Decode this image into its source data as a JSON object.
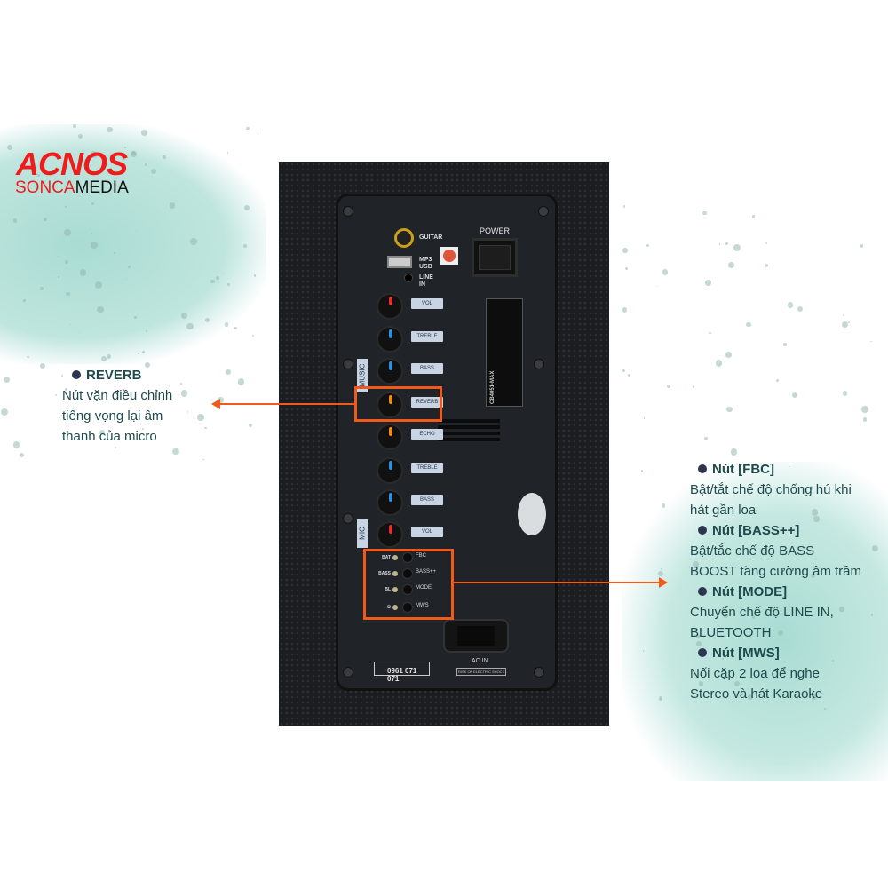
{
  "brand": {
    "logo_top": "ACNOS",
    "logo_bottom_red": "SONCA",
    "logo_bottom_dark": "MEDIA"
  },
  "panel": {
    "power_label": "POWER",
    "guitar_label": "GUITAR",
    "usb_label": "MP3 USB",
    "line_in_label": "LINE IN",
    "music_label": "MUSIC",
    "mic_label": "MIC",
    "knobs": [
      {
        "label": "VOL",
        "color": "#e03030"
      },
      {
        "label": "TREBLE",
        "color": "#2f8fe0"
      },
      {
        "label": "BASS",
        "color": "#2f8fe0"
      },
      {
        "label": "REVERB",
        "color": "#f08a1a"
      },
      {
        "label": "ECHO",
        "color": "#f08a1a"
      },
      {
        "label": "TREBLE",
        "color": "#2f8fe0"
      },
      {
        "label": "BASS",
        "color": "#2f8fe0"
      },
      {
        "label": "VOL",
        "color": "#e03030"
      }
    ],
    "buttons": [
      {
        "led": "BAT",
        "label": "FBC"
      },
      {
        "led": "BASS",
        "label": "BASS++"
      },
      {
        "led": "BL",
        "label": "MODE"
      },
      {
        "led": "⏻",
        "label": "MWS"
      }
    ],
    "ac_in_label": "AC IN",
    "warning": "RISK OF ELECTRIC SHOCK",
    "hotline": "0961 071 071",
    "model": "CB4051-MAX"
  },
  "callouts": {
    "reverb": {
      "title": "REVERB",
      "desc": [
        "Nút vặn điều chỉnh",
        "tiếng vọng lại âm",
        "thanh của micro"
      ]
    },
    "buttons": [
      {
        "title": "Nút [FBC]",
        "desc": [
          "Bật/tắt chế độ chống hú khi",
          "hát gần loa"
        ]
      },
      {
        "title": "Nút [BASS++]",
        "desc": [
          "Bật/tắc chế độ BASS",
          "BOOST tăng cường âm trầm"
        ]
      },
      {
        "title": "Nút [MODE]",
        "desc": [
          "Chuyển chế độ LINE IN,",
          "BLUETOOTH"
        ]
      },
      {
        "title": "Nút [MWS]",
        "desc": [
          "Nối cặp 2 loa để nghe",
          "Stereo và hát Karaoke"
        ]
      }
    ]
  },
  "colors": {
    "accent": "#f15a1a",
    "text": "#1f4a4d",
    "brand_red": "#ef1c1c"
  }
}
